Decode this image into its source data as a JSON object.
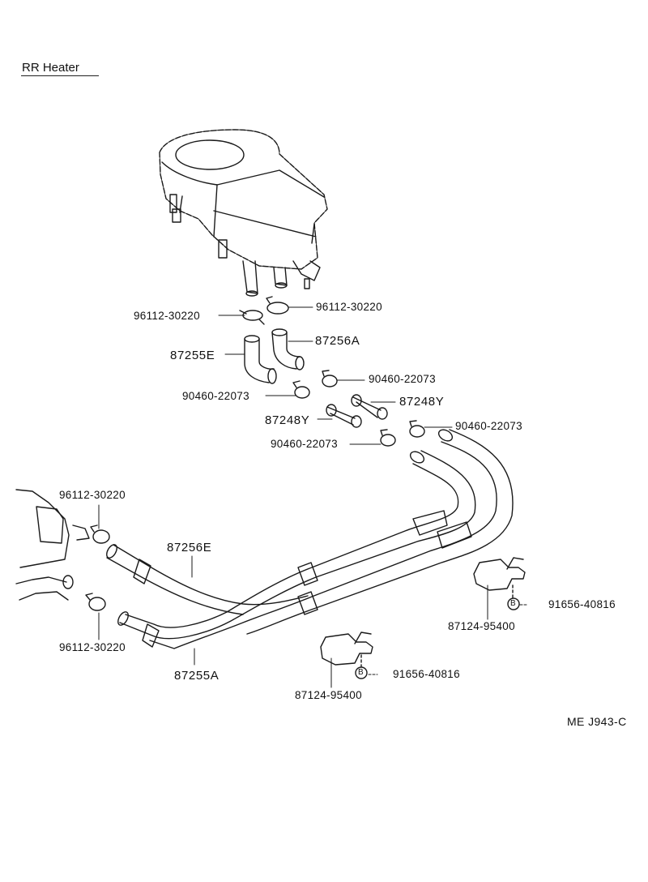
{
  "title": "RR Heater",
  "reference_code": "ME J943-C",
  "part_numbers": {
    "clamp_upper_left": "96112-30220",
    "clamp_upper_right": "96112-30220",
    "hose_elbow_left": "87255E",
    "hose_elbow_right": "87256A",
    "clip_1": "90460-22073",
    "clip_2": "90460-22073",
    "clip_3": "90460-22073",
    "clip_4": "90460-22073",
    "hose_short_right": "87248Y",
    "hose_short_left": "87248Y",
    "clamp_lower_top": "96112-30220",
    "clamp_lower_bottom": "96112-30220",
    "hose_long_upper": "87256E",
    "hose_long_lower": "87255A",
    "bracket_right": "87124-95400",
    "bracket_center": "87124-95400",
    "bolt_right": "91656-40816",
    "bolt_center": "91656-40816"
  },
  "bolt_marker": "B"
}
